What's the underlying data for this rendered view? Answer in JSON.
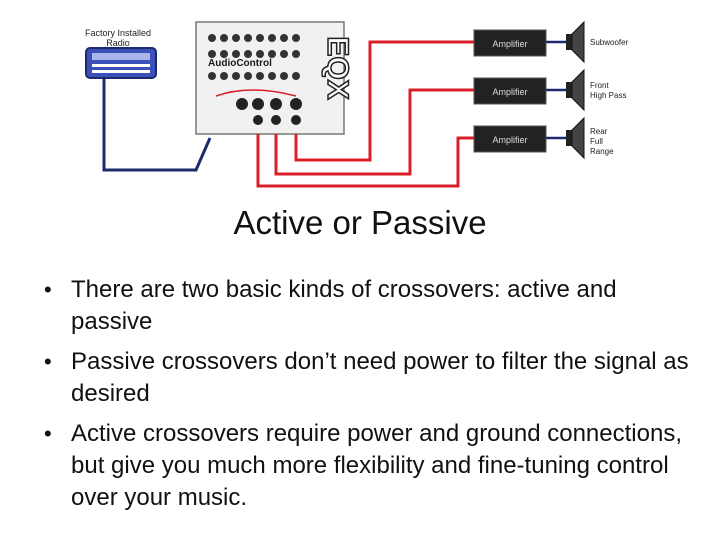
{
  "slide": {
    "title": "Active or Passive",
    "bullets": [
      "There are two basic kinds of crossovers: active and passive",
      "Passive crossovers don’t need power to filter the signal as desired",
      "Active crossovers require power and ground connections, but give you much more flexibility and fine-tuning control over your music."
    ]
  },
  "diagram": {
    "radio_label_line1": "Factory Installed",
    "radio_label_line2": "Radio",
    "brand": "AudioControl",
    "model": "EQX",
    "amplifiers": [
      "Amplifier",
      "Amplifier",
      "Amplifier"
    ],
    "speakers": [
      {
        "line1": "Subwoofer",
        "line2": "",
        "line3": ""
      },
      {
        "line1": "Front",
        "line2": "High Pass",
        "line3": ""
      },
      {
        "line1": "Rear",
        "line2": "Full",
        "line3": "Range"
      }
    ],
    "colors": {
      "signal_wire": "#d9202a",
      "radio_wire": "#1d2a6b",
      "radio_body": "#3b50b8",
      "amp_body": "#222222"
    }
  }
}
